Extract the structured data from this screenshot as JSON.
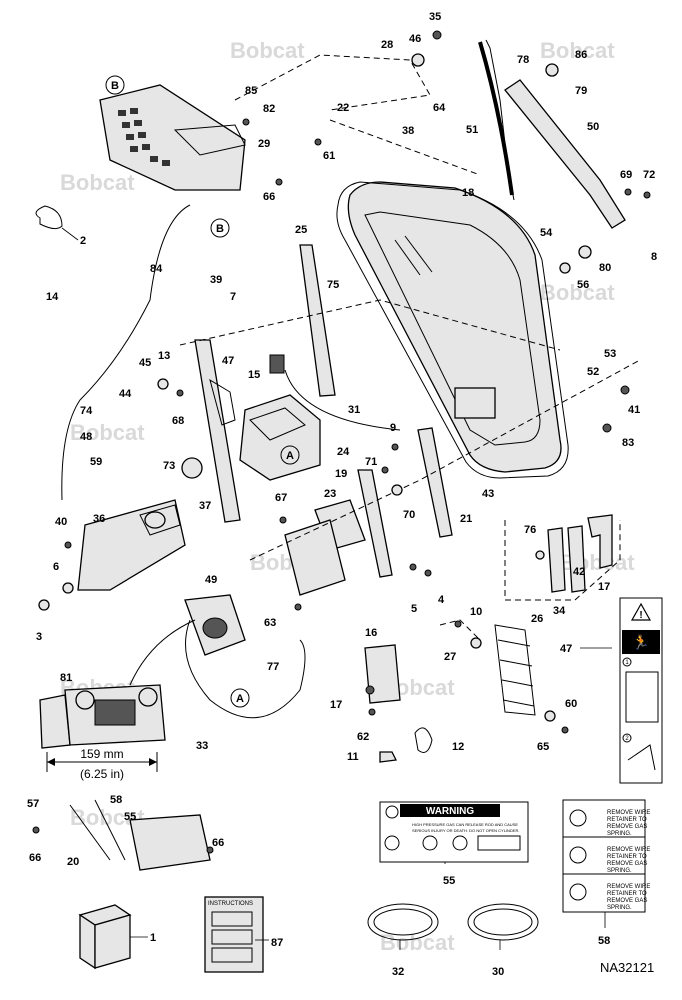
{
  "watermark": "Bobcat",
  "drawing_number": "NA32121",
  "dimension": {
    "metric": "159 mm",
    "imperial": "(6.25 in)"
  },
  "detail_labels": [
    "A",
    "B"
  ],
  "callouts": [
    "1",
    "2",
    "3",
    "4",
    "5",
    "6",
    "7",
    "8",
    "9",
    "10",
    "11",
    "12",
    "13",
    "14",
    "15",
    "16",
    "17",
    "18",
    "19",
    "20",
    "21",
    "22",
    "23",
    "24",
    "25",
    "26",
    "27",
    "28",
    "29",
    "30",
    "31",
    "32",
    "33",
    "34",
    "35",
    "36",
    "37",
    "38",
    "39",
    "40",
    "41",
    "42",
    "43",
    "44",
    "45",
    "46",
    "47",
    "48",
    "49",
    "50",
    "51",
    "52",
    "53",
    "54",
    "55",
    "56",
    "57",
    "58",
    "59",
    "60",
    "61",
    "62",
    "63",
    "64",
    "65",
    "66",
    "67",
    "68",
    "69",
    "70",
    "71",
    "72",
    "73",
    "74",
    "75",
    "76",
    "77",
    "78",
    "79",
    "80",
    "81",
    "82",
    "83",
    "84",
    "85",
    "86",
    "87"
  ],
  "warning_decal": {
    "title": "WARNING",
    "line1": "HIGH PRESSURE GAS CAN RELEASE ROD AND CAUSE",
    "line2": "SERIOUS INJURY OR DEATH. DO NOT OPEN CYLINDER."
  },
  "spring_decal": {
    "line1": "REMOVE WIRE",
    "line2": "RETAINER TO",
    "line3": "REMOVE GAS",
    "line4": "SPRING."
  },
  "instructions_label": "INSTRUCTIONS",
  "exit_decal_numbers": [
    "1",
    "2"
  ]
}
